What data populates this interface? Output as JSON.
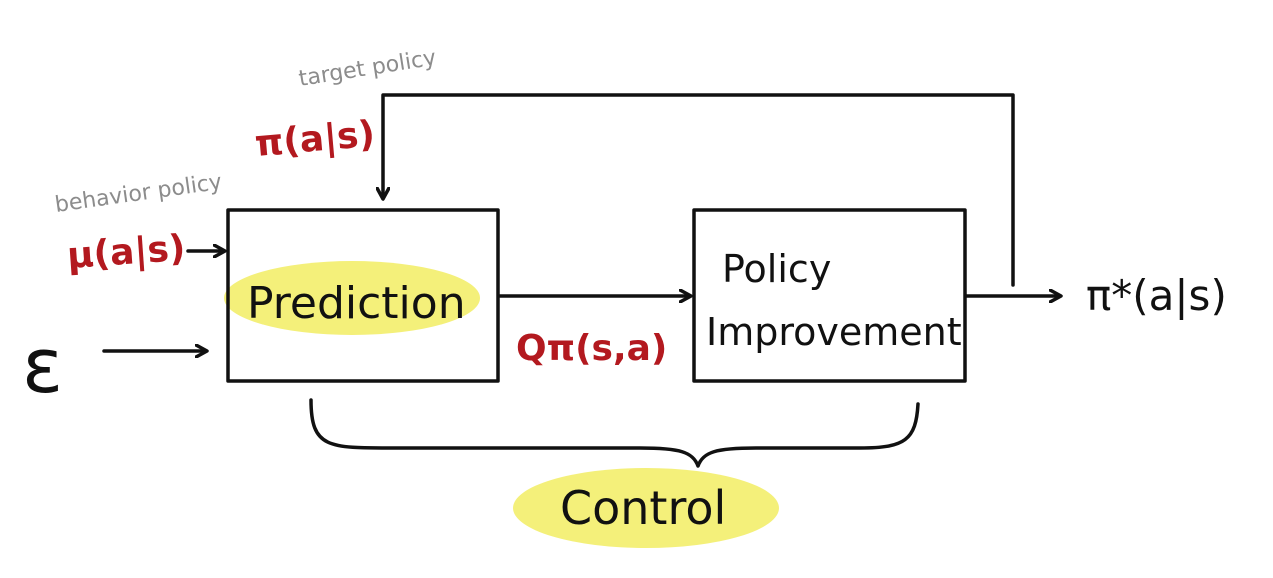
{
  "colors": {
    "ink": "#111111",
    "red": "#b3191f",
    "gray": "#8c8c8c",
    "highlight": "#f4f07a"
  },
  "annotations": {
    "target_policy": "target policy",
    "behavior_policy": "behavior policy"
  },
  "inputs": {
    "target_pi": "π(a|s)",
    "behavior_mu": "μ(a|s)",
    "environment": "ε"
  },
  "blocks": {
    "prediction": "Prediction",
    "policy_improvement_line1": "Policy",
    "policy_improvement_line2": "Improvement"
  },
  "edges": {
    "q_value": "Qπ(s,a)"
  },
  "outputs": {
    "optimal_policy": "π*(a|s)"
  },
  "group": {
    "control": "Control"
  }
}
